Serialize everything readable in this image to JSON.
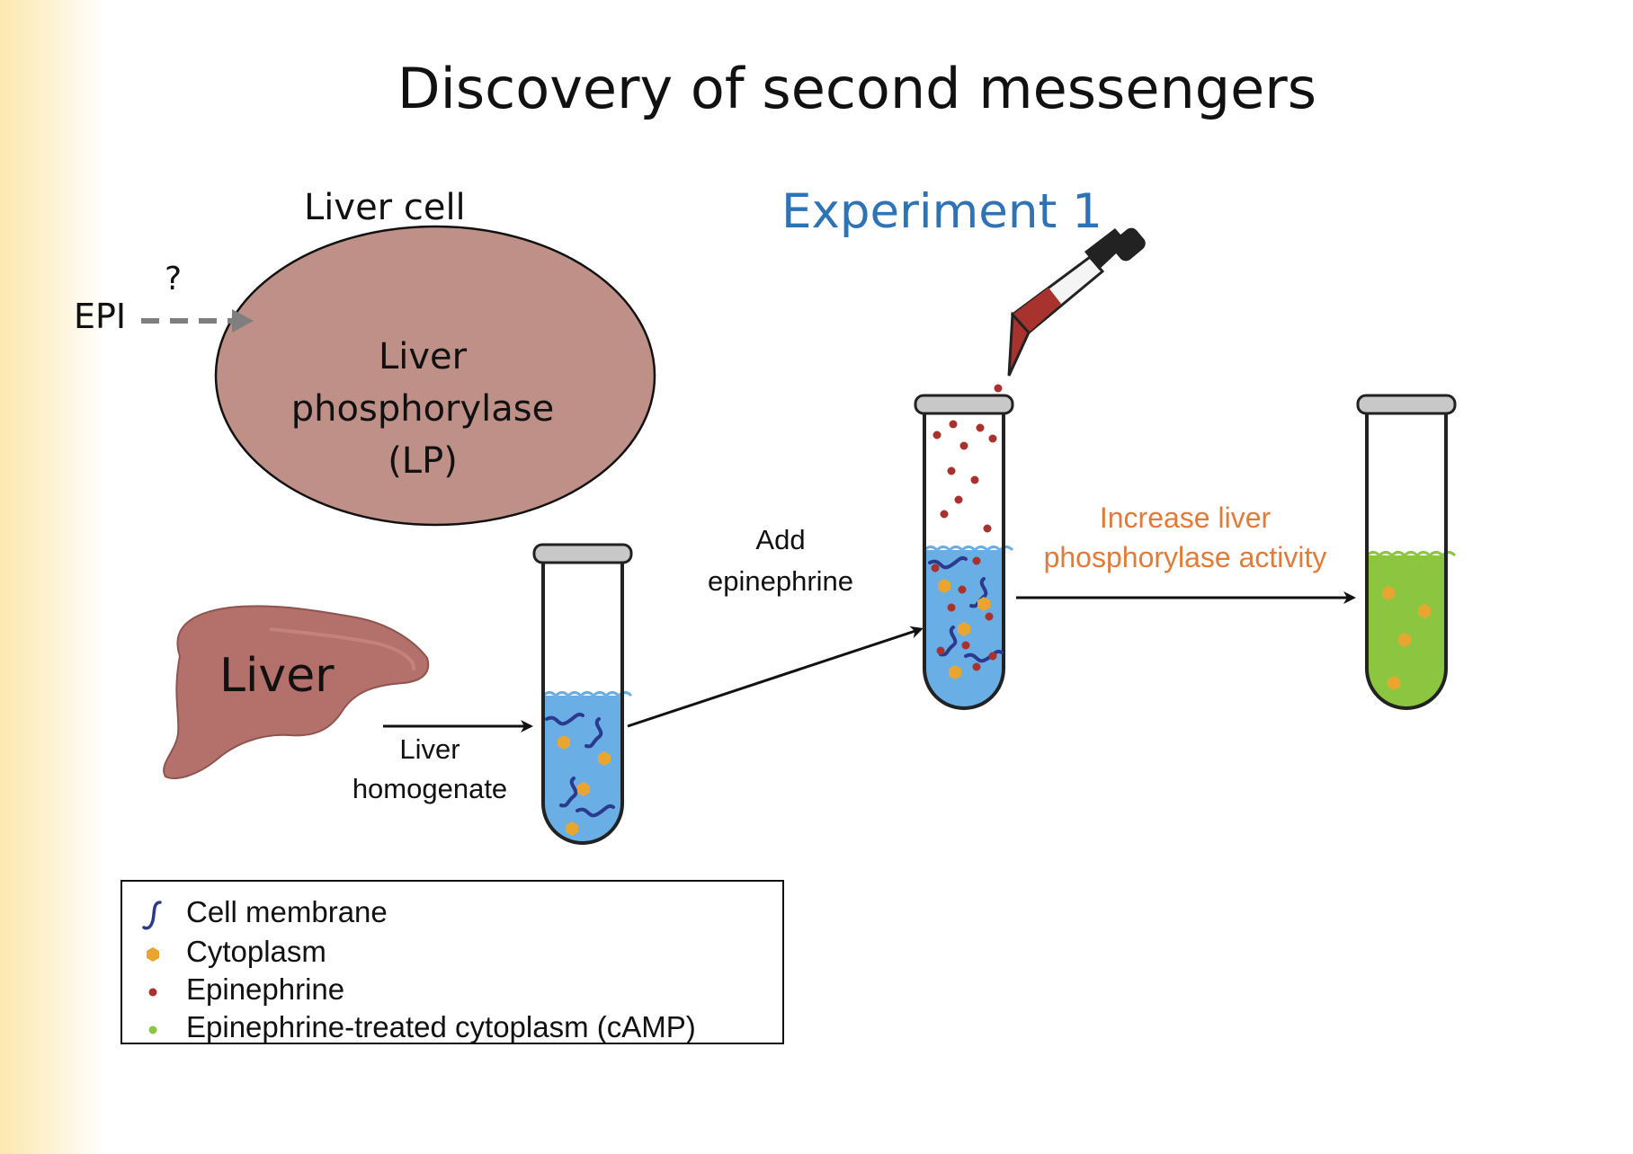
{
  "slide": {
    "title": "Discovery of second messengers",
    "experiment_title": "Experiment 1"
  },
  "cell_diagram": {
    "title": "Liver cell",
    "inner_line1": "Liver",
    "inner_line2": "phosphorylase",
    "inner_line3": "(LP)",
    "epi_label": "EPI",
    "question_mark": "?"
  },
  "procedure": {
    "liver_label": "Liver",
    "step1_line1": "Liver",
    "step1_line2": "homogenate",
    "step2_line1": "Add",
    "step2_line2": "epinephrine",
    "result_line1": "Increase liver",
    "result_line2": "phosphorylase activity"
  },
  "legend": {
    "items": [
      {
        "label": "Cell membrane",
        "icon": "membrane-squiggle-icon"
      },
      {
        "label": "Cytoplasm",
        "icon": "hexagon-dot-icon"
      },
      {
        "label": "Epinephrine",
        "icon": "red-dot-icon"
      },
      {
        "label": "Epinephrine-treated cytoplasm (cAMP)",
        "icon": "green-dot-icon"
      }
    ]
  },
  "colors": {
    "title_blue": "#2e74b5",
    "result_orange": "#e07b39",
    "cell_fill": "#bf9087",
    "liver_fill": "#b4706a",
    "tube_blue": "#6aaee6",
    "tube_green": "#8cc640",
    "membrane": "#2b3a8c",
    "cytoplasm": "#e8a630",
    "epinephrine": "#a8322e",
    "cap_gray": "#c8c8c8",
    "arrow_gray": "#7f7f7f"
  }
}
